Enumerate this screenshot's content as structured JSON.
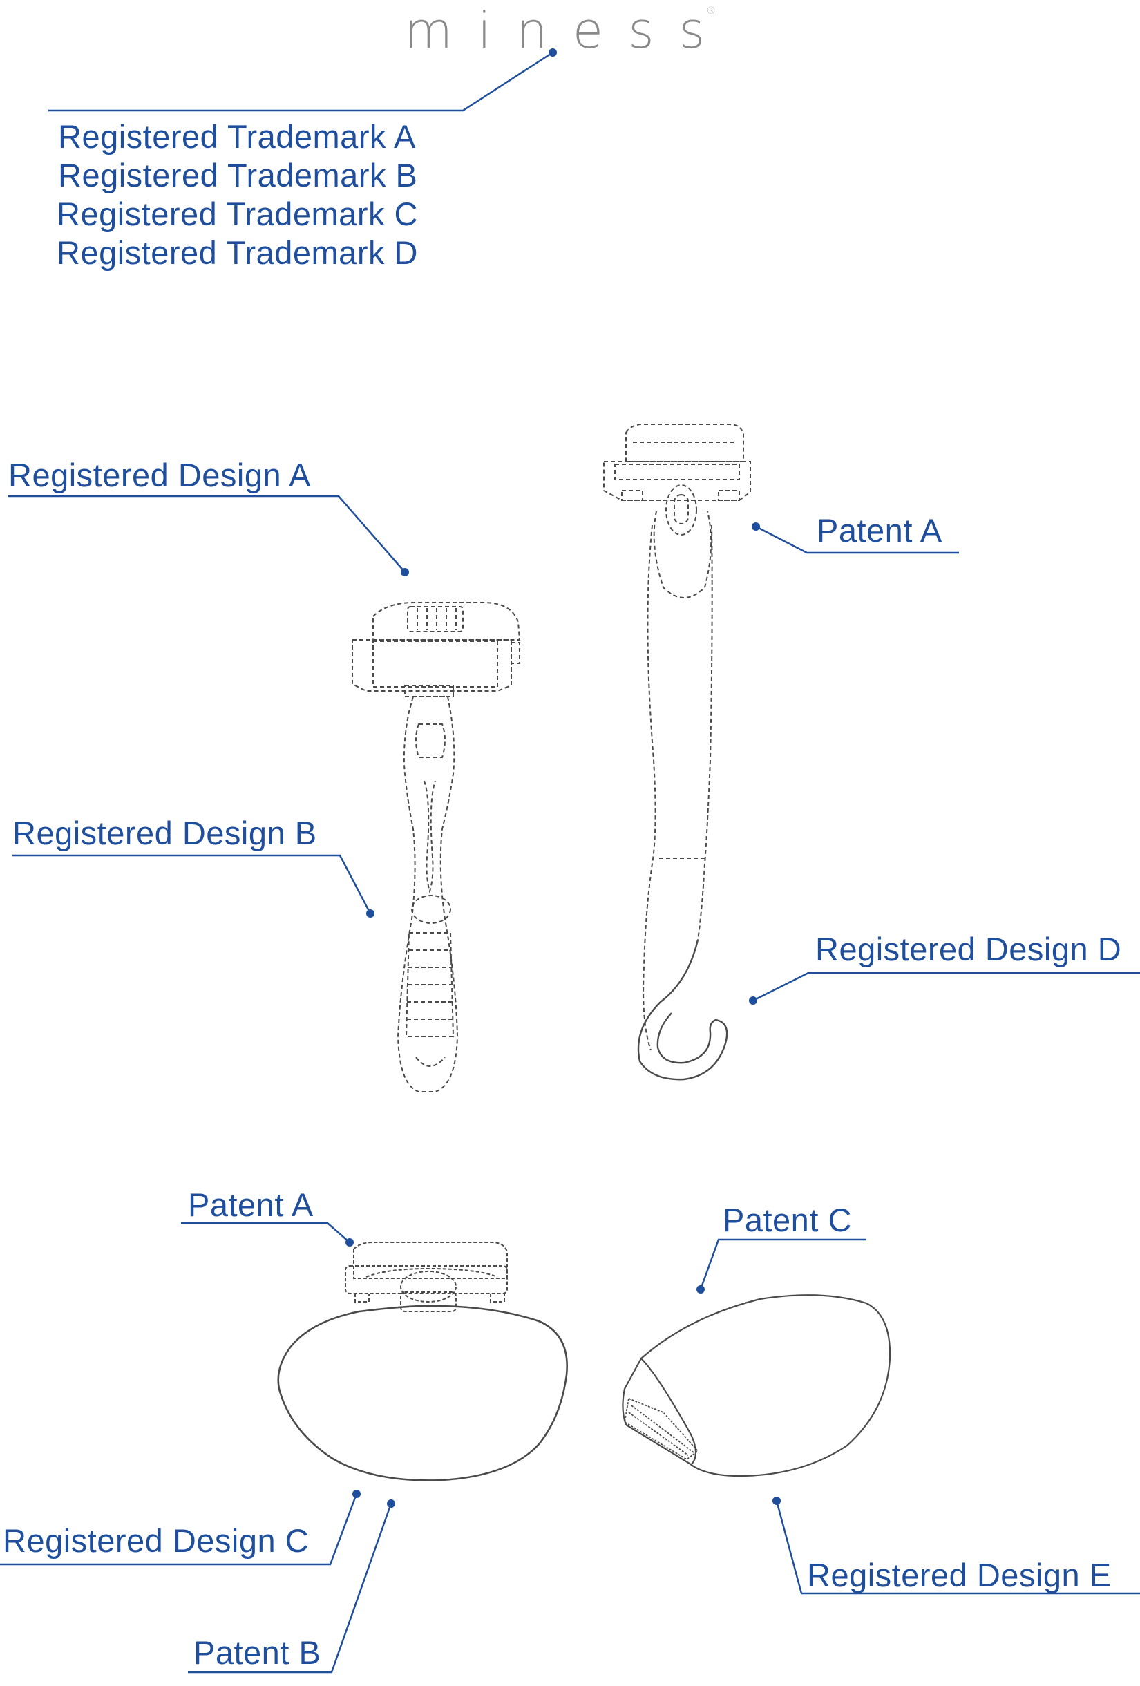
{
  "brand": {
    "logo_text": "miness"
  },
  "labels": {
    "trademark_a": "Registered Trademark  A",
    "trademark_b": "Registered Trademark  B",
    "trademark_c": "Registered Trademark  C",
    "trademark_d": "Registered Trademark  D",
    "design_a": "Registered Design A",
    "patent_a_top": "Patent A",
    "design_b": "Registered Design B",
    "design_d": "Registered Design D",
    "patent_a_bottom": "Patent A",
    "patent_c": "Patent C",
    "design_c": "Registered Design C",
    "design_e": "Registered Design E",
    "patent_b": "Patent B"
  },
  "colors": {
    "accent": "#1f4f9c",
    "drawing": "#4a4a4a",
    "logo": "#8a8a8a"
  }
}
